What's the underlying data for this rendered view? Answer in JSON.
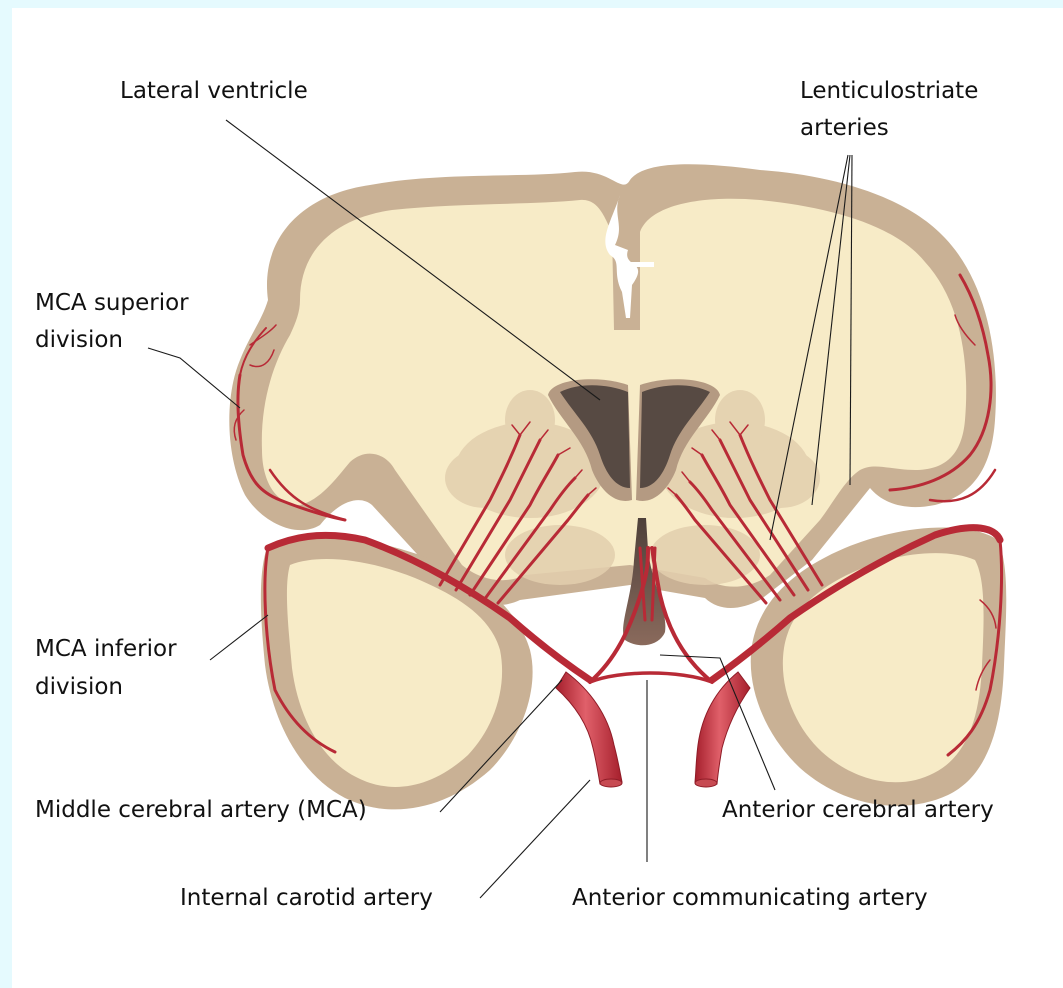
{
  "labels": {
    "lateral_ventricle": "Lateral ventricle",
    "lenticulostriate_line1": "Lenticulostriate",
    "lenticulostriate_line2": "arteries",
    "mca_superior_line1": "MCA superior",
    "mca_superior_line2": "division",
    "mca_inferior_line1": "MCA inferior",
    "mca_inferior_line2": "division",
    "middle_cerebral": "Middle cerebral artery (MCA)",
    "anterior_cerebral": "Anterior cerebral artery",
    "internal_carotid": "Internal carotid artery",
    "anterior_communicating": "Anterior communicating artery"
  },
  "colors": {
    "frame": "#e5fafe",
    "cortex": "#c9b195",
    "white_matter": "#f7ebc7",
    "ventricle": "#574a43",
    "artery": "#b82a36",
    "leader_line": "#1a1a1a"
  }
}
